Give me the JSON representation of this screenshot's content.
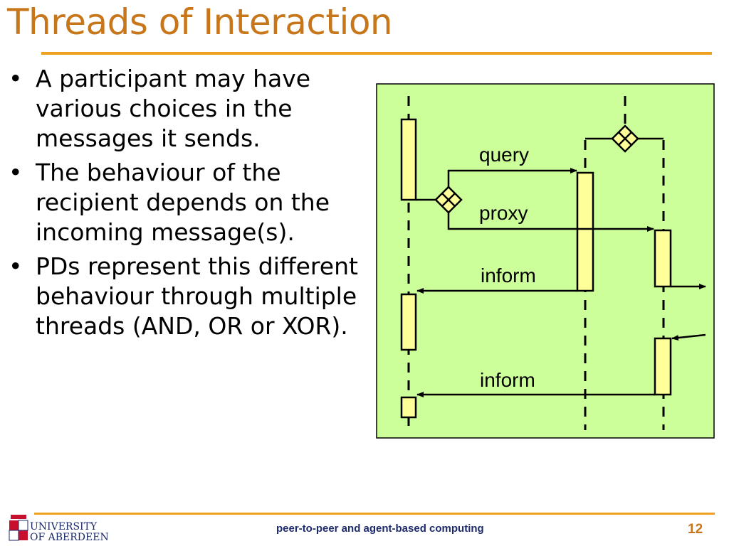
{
  "slide": {
    "title": "Threads of Interaction",
    "bullets": [
      "A participant may have various choices in the messages it sends.",
      "The behaviour of the recipient depends on the incoming message(s).",
      "PDs represent this different behaviour through multiple threads (AND, OR or XOR)."
    ]
  },
  "diagram": {
    "messages": {
      "query": "query",
      "proxy": "proxy",
      "inform_1": "inform",
      "inform_2": "inform"
    },
    "colors": {
      "background": "#ccff99",
      "activation": "#ffff99",
      "accent": "#f0a020",
      "title": "#c8761a",
      "footer_text": "#1d2a6b"
    }
  },
  "footer": {
    "university_line1": "UNIVERSITY",
    "university_line2": "OF ABERDEEN",
    "course": "peer-to-peer and agent-based computing",
    "page": "12"
  }
}
